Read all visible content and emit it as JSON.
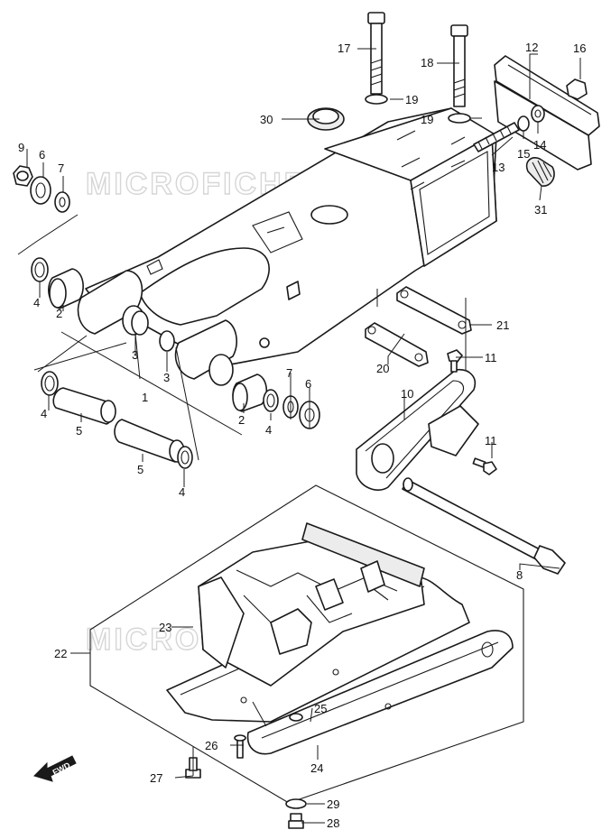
{
  "diagram": {
    "watermarks": [
      "MICROFICHES.NET",
      "MICROFICHES.NET"
    ],
    "fwd_badge": "FWD",
    "callouts": [
      "1",
      "2",
      "2",
      "3",
      "3",
      "4",
      "4",
      "4",
      "4",
      "5",
      "5",
      "6",
      "6",
      "7",
      "7",
      "8",
      "9",
      "10",
      "11",
      "11",
      "12",
      "13",
      "14",
      "15",
      "16",
      "17",
      "18",
      "19",
      "19",
      "20",
      "21",
      "22",
      "23",
      "24",
      "25",
      "26",
      "27",
      "28",
      "29",
      "30",
      "31"
    ]
  },
  "colors": {
    "line": "#1a1a1a",
    "watermark": "#d6d6d6",
    "background": "#ffffff"
  }
}
